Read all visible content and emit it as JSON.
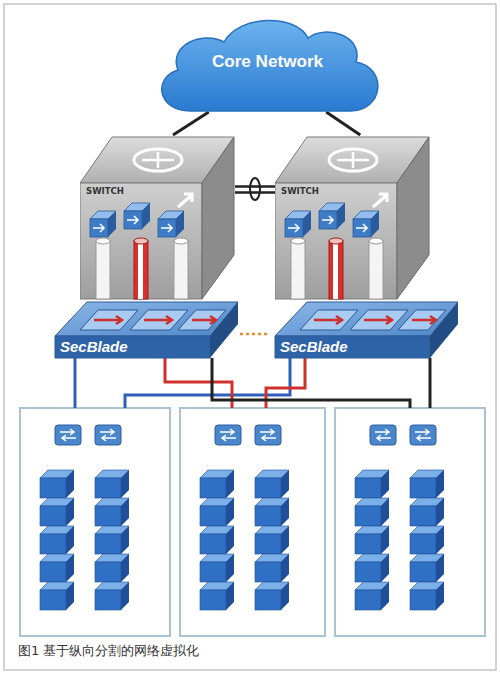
{
  "diagram": {
    "caption": "图1 基于纵向分割的网络虚拟化",
    "nodes": [
      {
        "text": [
          "Core Network"
        ]
      },
      {
        "text": [
          "SWITCH"
        ]
      },
      {
        "text": [
          "SWITCH"
        ]
      },
      {
        "text": [
          "SecBlade"
        ]
      },
      {
        "text": [
          "SecBlade"
        ]
      }
    ],
    "edges": [
      {
        "from": 0,
        "to": 1,
        "arrow": "none"
      },
      {
        "from": 0,
        "to": 2,
        "arrow": "none"
      },
      {
        "from": 1,
        "to": 2,
        "arrow": "none"
      },
      {
        "from": 3,
        "to": 4,
        "arrow": "none"
      }
    ]
  }
}
